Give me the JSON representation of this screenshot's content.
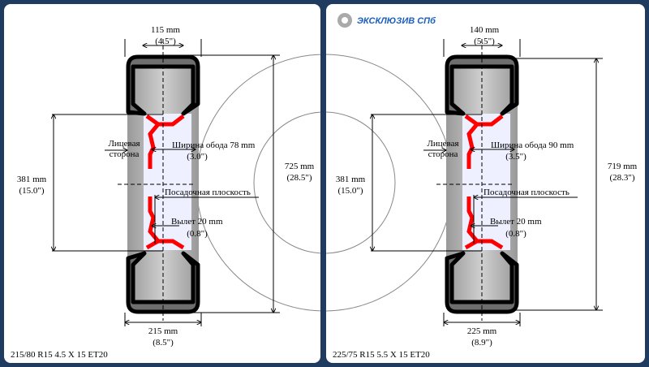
{
  "brand": {
    "name": "ЭКСКЛЮЗИВ СПб"
  },
  "panels": [
    {
      "top_width": "115 mm",
      "top_width_in": "(4.5\")",
      "bottom_width": "215 mm",
      "bottom_width_in": "(8.5\")",
      "rim_diameter": "381 mm",
      "rim_diameter_in": "(15.0\")",
      "overall_diameter": "725 mm",
      "overall_diameter_in": "(28.5\")",
      "face_label_1": "Лицевая",
      "face_label_2": "сторона",
      "rim_width": "Ширина обода 78 mm",
      "rim_width_in": "(3.0\")",
      "mount_plane": "Посадочная плоскость",
      "offset": "Вылет 20 mm",
      "offset_in": "(0.8\")",
      "caption": "215/80 R15    4.5 X 15 ET20"
    },
    {
      "top_width": "140 mm",
      "top_width_in": "(5.5\")",
      "bottom_width": "225 mm",
      "bottom_width_in": "(8.9\")",
      "rim_diameter": "381 mm",
      "rim_diameter_in": "(15.0\")",
      "overall_diameter": "719 mm",
      "overall_diameter_in": "(28.3\")",
      "face_label_1": "Лицевая",
      "face_label_2": "сторона",
      "rim_width": "Ширина обода 90 mm",
      "rim_width_in": "(3.5\")",
      "mount_plane": "Посадочная плоскость",
      "offset": "Вылет 20 mm",
      "offset_in": "(0.8\")",
      "caption": "225/75 R15    5.5 X 15 ET20"
    }
  ],
  "colors": {
    "frame": "#1f3b60",
    "rim": "#ff0000",
    "tire": "#6e6e6e"
  }
}
